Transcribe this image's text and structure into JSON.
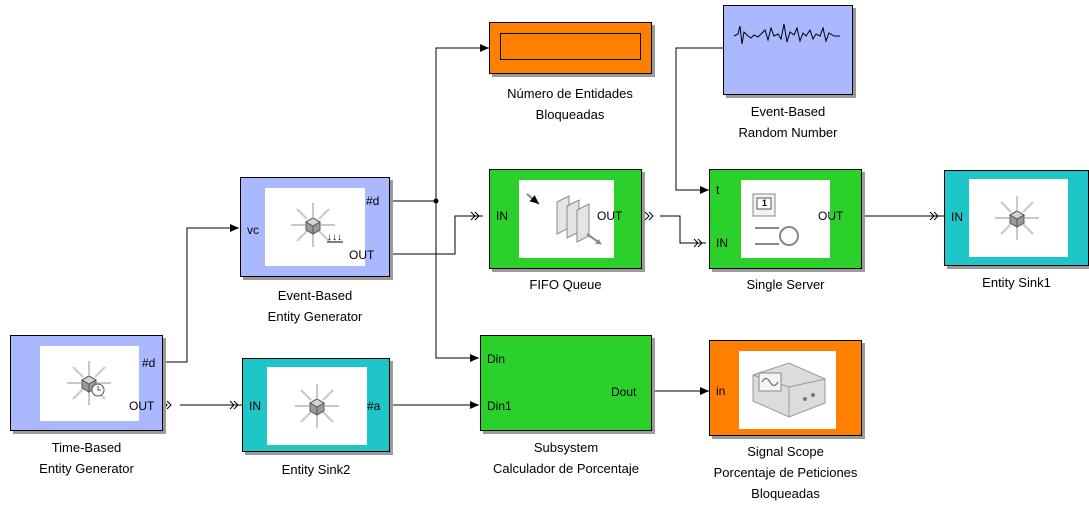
{
  "colors": {
    "blue": "#aab8ff",
    "teal": "#1fc6c8",
    "green": "#2bd02b",
    "orange": "#ff7f00"
  },
  "blocks": {
    "time_gen": {
      "caption_line1": "Time-Based",
      "caption_line2": "Entity Generator",
      "port_d": "#d",
      "port_out": "OUT",
      "icon": "clock-entity-icon"
    },
    "event_gen": {
      "caption_line1": "Event-Based",
      "caption_line2": "Entity Generator",
      "port_vc": "vc",
      "port_d": "#d",
      "port_out": "OUT",
      "icon": "entity-generator-icon"
    },
    "sink2": {
      "caption": "Entity Sink2",
      "port_in": "IN",
      "port_a": "#a",
      "icon": "entity-sink-icon"
    },
    "counter": {
      "caption_line1": "Número de Entidades",
      "caption_line2": "Bloqueadas"
    },
    "random": {
      "caption_line1": "Event-Based",
      "caption_line2": "Random Number",
      "icon": "noise-signal-icon"
    },
    "fifo": {
      "caption": "FIFO Queue",
      "port_in": "IN",
      "port_out": "OUT",
      "icon": "queue-icon"
    },
    "server": {
      "caption": "Single Server",
      "port_t": "t",
      "port_in": "IN",
      "port_out": "OUT",
      "counter_label": "1",
      "icon": "server-icon"
    },
    "sink1": {
      "caption": "Entity Sink1",
      "port_in": "IN",
      "icon": "entity-sink-icon"
    },
    "subsystem": {
      "caption_line1": "Subsystem",
      "caption_line2": "Calculador de Porcentaje",
      "port_din": "Din",
      "port_din1": "Din1",
      "port_dout": "Dout"
    },
    "scope": {
      "caption_line1": "Signal Scope",
      "caption_line2": "Porcentaje de Peticiones",
      "caption_line3": "Bloqueadas",
      "port_in": "in",
      "icon": "scope-icon"
    }
  }
}
